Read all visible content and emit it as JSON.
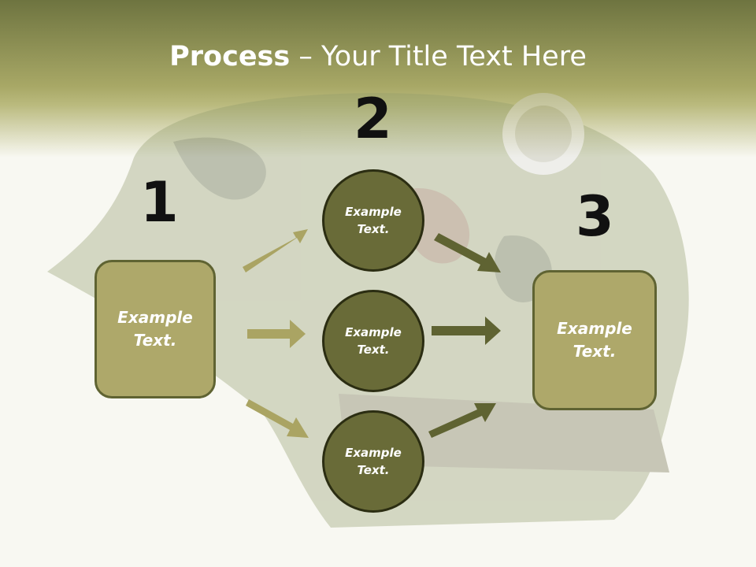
{
  "title": {
    "bold": "Process",
    "rest": " – Your Title Text Here"
  },
  "steps": {
    "n1": "1",
    "n2": "2",
    "n3": "3"
  },
  "left_box": {
    "line1": "Example",
    "line2": "Text."
  },
  "right_box": {
    "line1": "Example",
    "line2": "Text."
  },
  "circles": [
    {
      "line1": "Example",
      "line2": "Text."
    },
    {
      "line1": "Example",
      "line2": "Text."
    },
    {
      "line1": "Example",
      "line2": "Text."
    }
  ],
  "colors": {
    "header": "#6e7440",
    "box": "#aea86a",
    "circle": "#696b38",
    "arrow_light": "#aaa463",
    "arrow_dark": "#5f6332"
  }
}
